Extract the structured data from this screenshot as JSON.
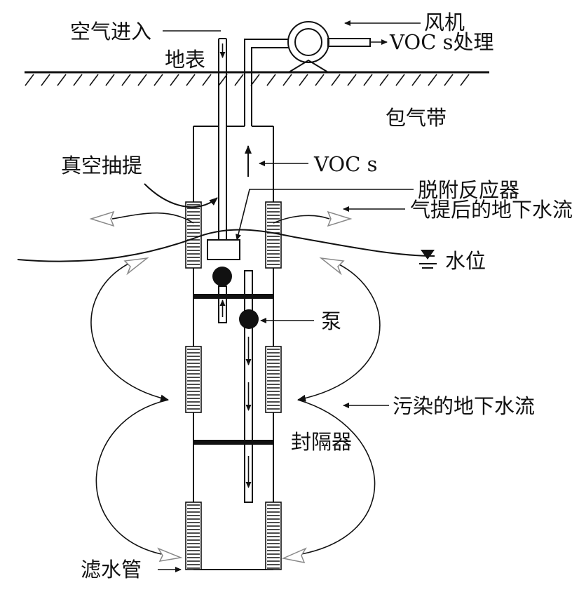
{
  "labels": {
    "air_in": "空气进入",
    "fan": "风机",
    "voc_treatment": "VOC s处理",
    "surface": "地表",
    "vadose_zone": "包气带",
    "vacuum_extraction": "真空抽提",
    "vocs": "VOC s",
    "stripping_reactor": "脱附反应器",
    "airlifted_groundwater": "气提后的地下水流",
    "water_table": "水位",
    "pump": "泵",
    "contaminated_groundwater": "污染的地下水流",
    "packer": "封隔器",
    "screen": "滤水管"
  },
  "colors": {
    "line": "#111111",
    "background": "#ffffff",
    "open_arrow": "#aaaaaa"
  }
}
